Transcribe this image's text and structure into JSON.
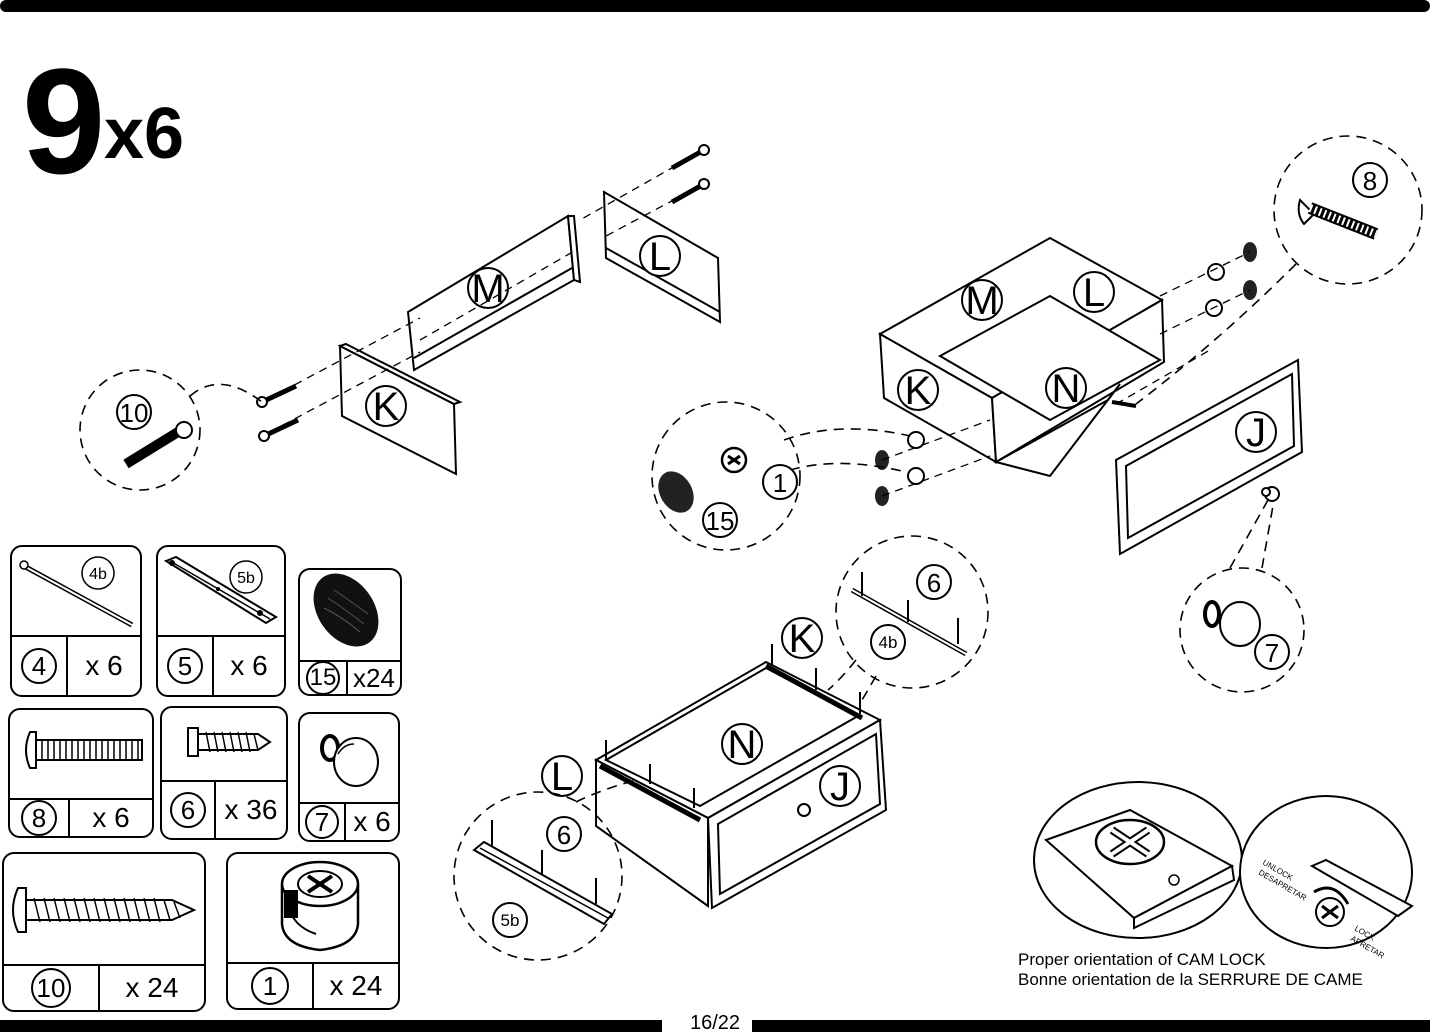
{
  "step": {
    "number": "9",
    "multiplier": "x6"
  },
  "page": {
    "number": "16/22"
  },
  "parts": {
    "p4": {
      "id": "4",
      "qty": "x 6",
      "tag": "4b"
    },
    "p5": {
      "id": "5",
      "qty": "x 6",
      "tag": "5b"
    },
    "p15": {
      "id": "15",
      "qty": "x24"
    },
    "p8": {
      "id": "8",
      "qty": "x 6"
    },
    "p6": {
      "id": "6",
      "qty": "x 36"
    },
    "p7": {
      "id": "7",
      "qty": "x 6"
    },
    "p10": {
      "id": "10",
      "qty": "x 24"
    },
    "p1": {
      "id": "1",
      "qty": "x 24"
    }
  },
  "panels": {
    "m": "M",
    "l": "L",
    "k": "K",
    "n": "N",
    "j": "J"
  },
  "callouts": {
    "c10": "10",
    "c8": "8",
    "c1": "1",
    "c15": "15",
    "c6": "6",
    "c4b": "4b",
    "c7": "7",
    "c5b": "5b"
  },
  "cam_lock": {
    "caption_en": "Proper orientation of CAM LOCK",
    "caption_fr": "Bonne orientation de la SERRURE DE CAME",
    "unlock_label_1": "UNLOCK",
    "unlock_label_2": "DESAPRETAR",
    "lock_label_1": "LOCK",
    "lock_label_2": "APRETAR"
  }
}
